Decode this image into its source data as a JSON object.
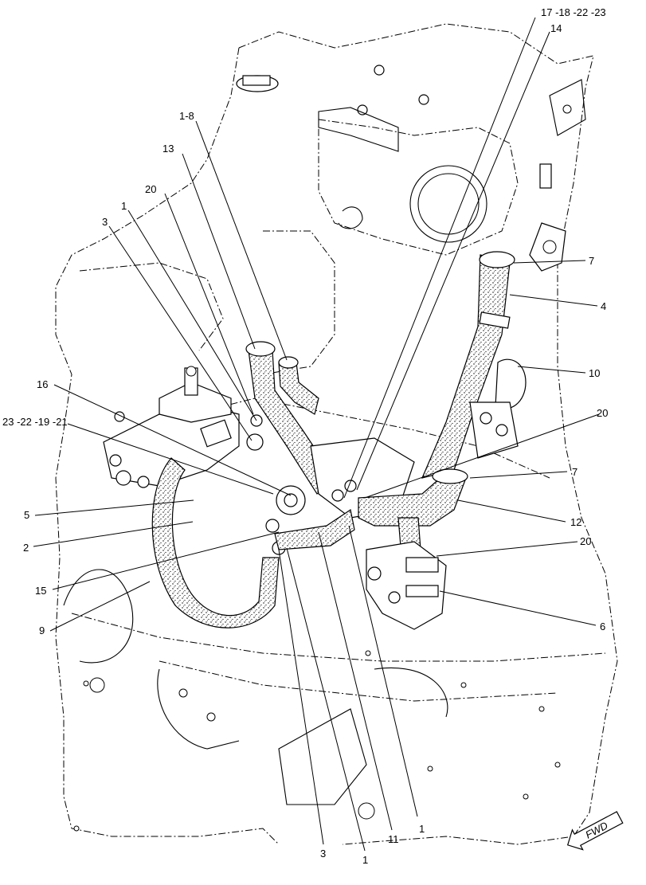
{
  "callouts": [
    {
      "id": "c-17-18-22-23",
      "text": "17 -18 -22 -23"
    },
    {
      "id": "c-14",
      "text": "14"
    },
    {
      "id": "c-1-8",
      "text": "1-8"
    },
    {
      "id": "c-13",
      "text": "13"
    },
    {
      "id": "c-20-top",
      "text": "20"
    },
    {
      "id": "c-1-top",
      "text": "1"
    },
    {
      "id": "c-3-top",
      "text": "3"
    },
    {
      "id": "c-7-top",
      "text": "7"
    },
    {
      "id": "c-4",
      "text": "4"
    },
    {
      "id": "c-10",
      "text": "10"
    },
    {
      "id": "c-20-right",
      "text": "20"
    },
    {
      "id": "c-16",
      "text": "16"
    },
    {
      "id": "c-23-22-19-21",
      "text": "23 -22 -19 -21"
    },
    {
      "id": "c-7-mid",
      "text": "7"
    },
    {
      "id": "c-12",
      "text": "12"
    },
    {
      "id": "c-5",
      "text": "5"
    },
    {
      "id": "c-20-low",
      "text": "20"
    },
    {
      "id": "c-2",
      "text": "2"
    },
    {
      "id": "c-15",
      "text": "15"
    },
    {
      "id": "c-6",
      "text": "6"
    },
    {
      "id": "c-9",
      "text": "9"
    },
    {
      "id": "c-11",
      "text": "11"
    },
    {
      "id": "c-1-bottom-right",
      "text": "1"
    },
    {
      "id": "c-3-bottom",
      "text": "3"
    },
    {
      "id": "c-1-bottom",
      "text": "1"
    }
  ],
  "direction_arrow": {
    "text": "FWD"
  }
}
